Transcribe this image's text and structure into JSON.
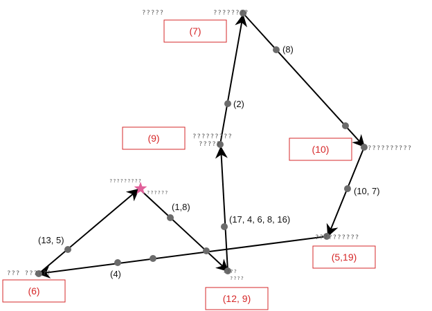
{
  "colors": {
    "line": "#000000",
    "dot": "#6b6b6b",
    "box_border": "#d62728",
    "box_text": "#d62728",
    "star": "#e0609a",
    "edge_label": "#111111",
    "node_label": "#555555"
  },
  "nodes": [
    {
      "id": "n-star",
      "label": "?????????",
      "label2": "??????"
    },
    {
      "id": "n-top",
      "label": "????????"
    },
    {
      "id": "n-right",
      "label": "??????????"
    },
    {
      "id": "n-mid",
      "label": "?????????",
      "label2": "?????"
    },
    {
      "id": "n-right-low",
      "label": "??????????"
    },
    {
      "id": "n-left",
      "label": "???  ??????"
    },
    {
      "id": "n-bottom",
      "label": "????",
      "label2": "????"
    },
    {
      "id": "n-topleft",
      "label": "?????"
    }
  ],
  "edge_labels": [
    {
      "id": "el-2",
      "text": "(2)"
    },
    {
      "id": "el-8",
      "text": "(8)"
    },
    {
      "id": "el-10-7",
      "text": "(10, 7)"
    },
    {
      "id": "el-17",
      "text": "(17, 4, 6, 8, 16)"
    },
    {
      "id": "el-1-8",
      "text": "(1,8)"
    },
    {
      "id": "el-13-5",
      "text": "(13, 5)"
    },
    {
      "id": "el-4",
      "text": "(4)"
    }
  ],
  "boxes": [
    {
      "id": "box-7",
      "text": "(7)"
    },
    {
      "id": "box-9",
      "text": "(9)"
    },
    {
      "id": "box-10",
      "text": "(10)"
    },
    {
      "id": "box-5-19",
      "text": "(5,19)"
    },
    {
      "id": "box-6",
      "text": "(6)"
    },
    {
      "id": "box-12-9",
      "text": "(12, 9)"
    }
  ]
}
